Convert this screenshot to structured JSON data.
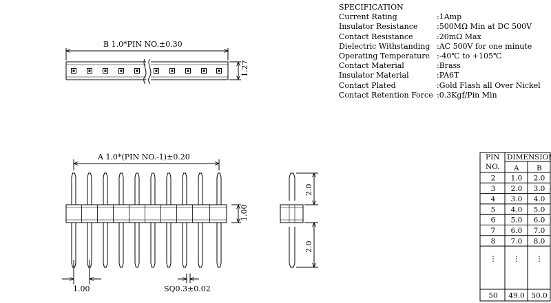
{
  "specification": {
    "title": "SPECIFICATION",
    "rows": [
      {
        "label": "Current Rating",
        "value": ":1Amp"
      },
      {
        "label": "Insulator Resistance",
        "value": ":500MΩ  Min at DC 500V"
      },
      {
        "label": "Contact Resistance",
        "value": ":20mΩ  Max"
      },
      {
        "label": "Dielectric Withstanding",
        "value": ":AC 500V for one minute"
      },
      {
        "label": "Operating Temperature",
        "value": ":-40℃ to +105℃"
      },
      {
        "label": "Contact Material",
        "value": ":Brass"
      },
      {
        "label": "Insulator Material",
        "value": ":PA6T"
      },
      {
        "label": "Contact Plated",
        "value": ":Gold Flash all Over Nickel"
      },
      {
        "label": "Contact Retention Force",
        "value": ":0.3Kgf/Pin Min"
      }
    ]
  },
  "top_view": {
    "dim_b": "B  1.0*PIN NO.±0.30",
    "dim_height": "1.27"
  },
  "front_view": {
    "dim_a": "A  1.0*(PIN NO.-1)±0.20",
    "dim_pitch": "1.00",
    "dim_sq": "SQ0.3±0.02"
  },
  "side_view": {
    "dim_top": "2.0",
    "dim_mid": "1.00",
    "dim_bottom": "2.0"
  },
  "dimension_table": {
    "header_pin": "PIN",
    "header_no": "NO.",
    "header_dimension": "DIMENSION",
    "header_a": "A",
    "header_b": "B",
    "rows": [
      [
        "2",
        "1.0",
        "2.0"
      ],
      [
        "3",
        "2.0",
        "3.0"
      ],
      [
        "4",
        "3.0",
        "4.0"
      ],
      [
        "5",
        "4.0",
        "5.0"
      ],
      [
        "6",
        "5.0",
        "6.0"
      ],
      [
        "7",
        "6.0",
        "7.0"
      ],
      [
        "8",
        "7.0",
        "8.0"
      ]
    ],
    "ellipsis": "⋮",
    "last_row": [
      "50",
      "49.0",
      "50.0"
    ]
  }
}
